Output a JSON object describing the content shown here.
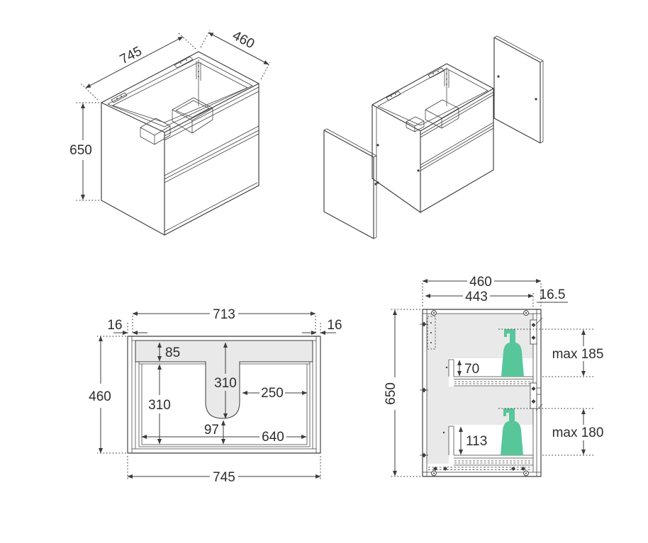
{
  "colors": {
    "line": "#3c3c3c",
    "panel_gray": "#e9e9e9",
    "bottle_green": "#57c69a"
  },
  "iso_view": {
    "width": "745",
    "depth": "460",
    "height": "650"
  },
  "plan_view": {
    "inner_width_top": "713",
    "wall_left": "16",
    "wall_right": "16",
    "depth": "460",
    "back_band_depth": "85",
    "basin_depth": "310",
    "drawer_depth": "310",
    "right_clearance": "250",
    "front_offset": "97",
    "inner_width_bottom": "640",
    "overall_width": "745"
  },
  "section_view": {
    "overall_depth": "460",
    "carcass_depth": "443",
    "front_panel": "16.5",
    "height": "650",
    "top_drawer_inner_height": "70",
    "top_max_object": "max 185",
    "bottom_drawer_inner_height": "113",
    "bottom_max_object": "max 180"
  }
}
